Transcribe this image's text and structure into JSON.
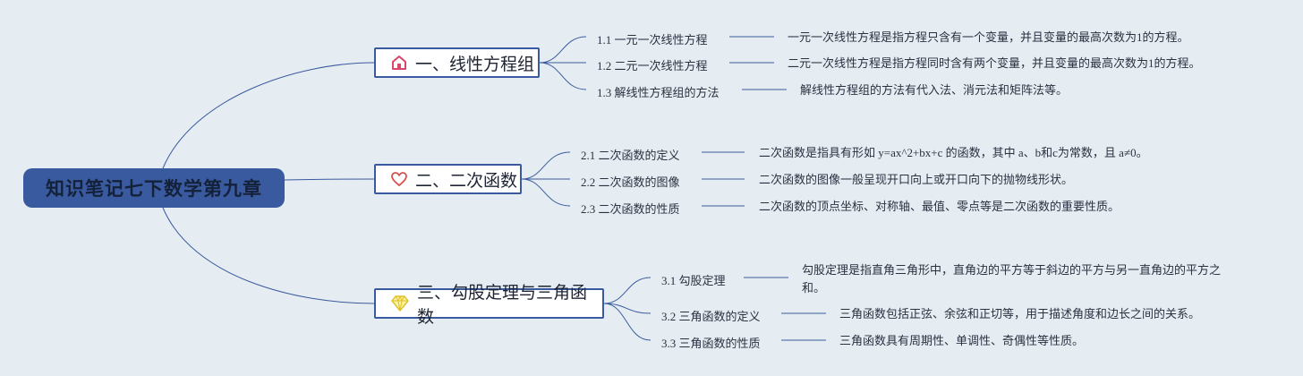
{
  "root": {
    "label": "知识笔记七下数学第九章"
  },
  "branches": [
    {
      "label": "一、线性方程组",
      "icon": "house-icon",
      "items": [
        {
          "label": "1.1 一元一次线性方程",
          "desc": "一元一次线性方程是指方程只含有一个变量，并且变量的最高次数为1的方程。"
        },
        {
          "label": "1.2 二元一次线性方程",
          "desc": "二元一次线性方程是指方程同时含有两个变量，并且变量的最高次数为1的方程。"
        },
        {
          "label": "1.3 解线性方程组的方法",
          "desc": "解线性方程组的方法有代入法、消元法和矩阵法等。"
        }
      ]
    },
    {
      "label": "二、二次函数",
      "icon": "heart-icon",
      "items": [
        {
          "label": "2.1 二次函数的定义",
          "desc": "二次函数是指具有形如 y=ax^2+bx+c 的函数，其中 a、b和c为常数，且 a≠0。"
        },
        {
          "label": "2.2 二次函数的图像",
          "desc": "二次函数的图像一般呈现开口向上或开口向下的抛物线形状。"
        },
        {
          "label": "2.3 二次函数的性质",
          "desc": "二次函数的顶点坐标、对称轴、最值、零点等是二次函数的重要性质。"
        }
      ]
    },
    {
      "label": "三、勾股定理与三角函数",
      "icon": "diamond-icon",
      "items": [
        {
          "label": "3.1 勾股定理",
          "desc": "勾股定理是指直角三角形中，直角边的平方等于斜边的平方与另一直角边的平方之和。"
        },
        {
          "label": "3.2 三角函数的定义",
          "desc": "三角函数包括正弦、余弦和正切等，用于描述角度和边长之间的关系。"
        },
        {
          "label": "3.3 三角函数的性质",
          "desc": "三角函数具有周期性、单调性、奇偶性等性质。"
        }
      ]
    }
  ],
  "colors": {
    "root_bg": "#3a5a9f",
    "line": "#3a5a9f",
    "background": "#e6edf2",
    "heart": "#d9534f",
    "diamond": "#f0d830",
    "house": "#d9486a"
  }
}
